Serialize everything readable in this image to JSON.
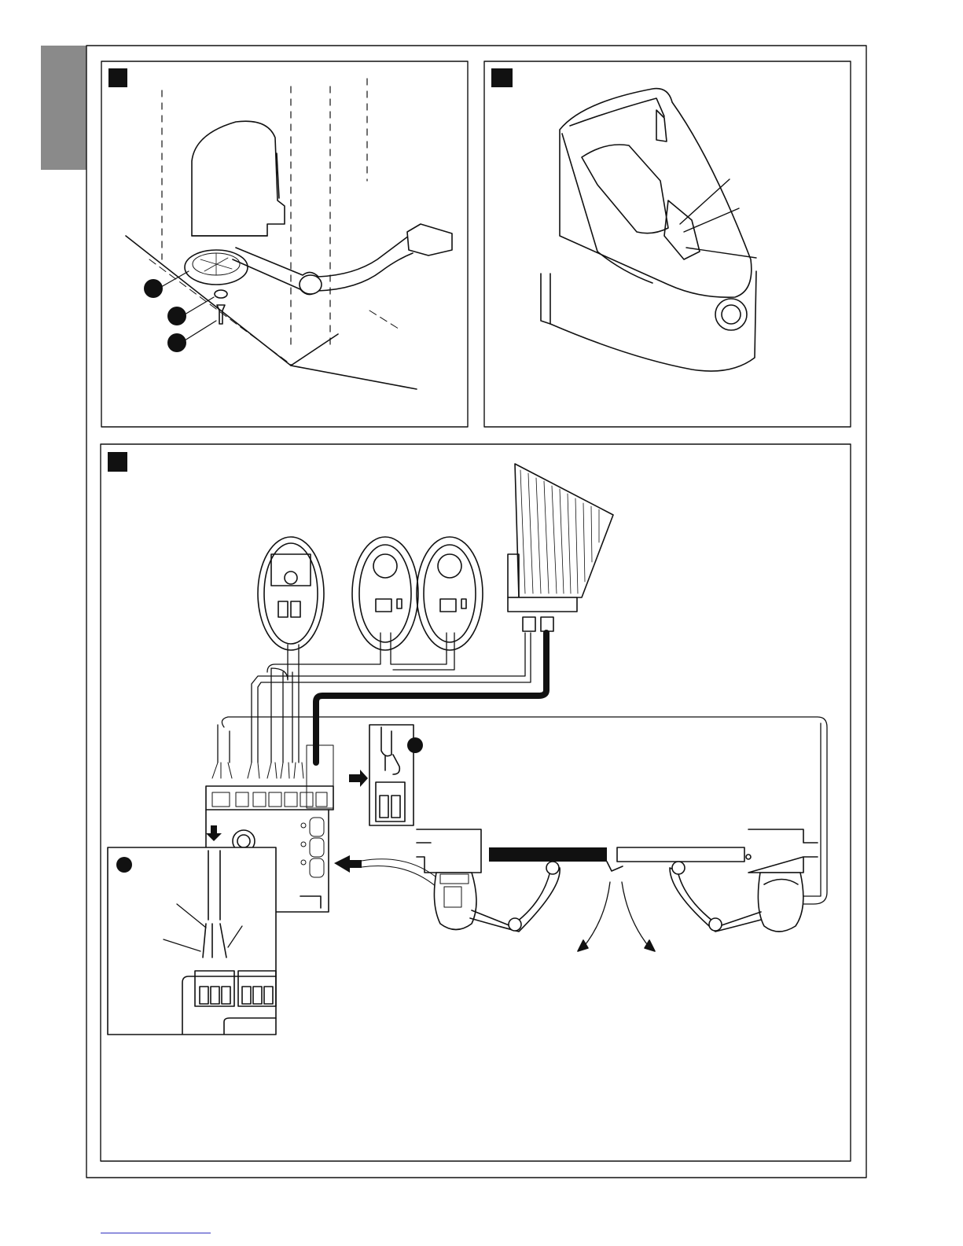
{
  "page": {
    "background": "#ffffff",
    "ink": "#111111",
    "tab_color": "#8a8a8a",
    "link_color": "#3030c0"
  },
  "figures": [
    {
      "id": "figure-installation",
      "markers": [
        "badge-square",
        "callout-dot",
        "callout-dot",
        "callout-dot"
      ]
    },
    {
      "id": "figure-housing-open",
      "markers": [
        "badge-square"
      ]
    },
    {
      "id": "figure-wiring",
      "markers": [
        "badge-square",
        "callout-dot",
        "callout-dot"
      ]
    }
  ]
}
